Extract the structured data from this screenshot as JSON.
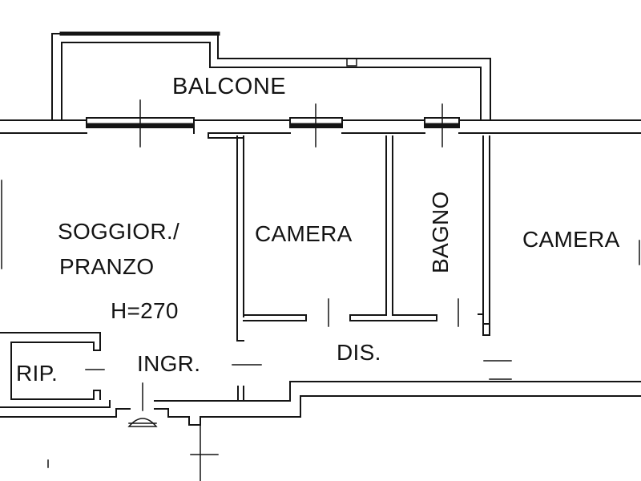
{
  "plan": {
    "rooms": {
      "balcone": "BALCONE",
      "soggiorno_line1": "SOGGIOR./",
      "soggiorno_line2": "PRANZO",
      "height": "H=270",
      "camera_1": "CAMERA",
      "bagno": "BAGNO",
      "camera_2": "CAMERA",
      "ripostiglio": "RIP.",
      "ingresso": "INGR.",
      "disimpegno": "DIS."
    },
    "colors": {
      "line": "#141414",
      "background": "#ffffff"
    }
  }
}
